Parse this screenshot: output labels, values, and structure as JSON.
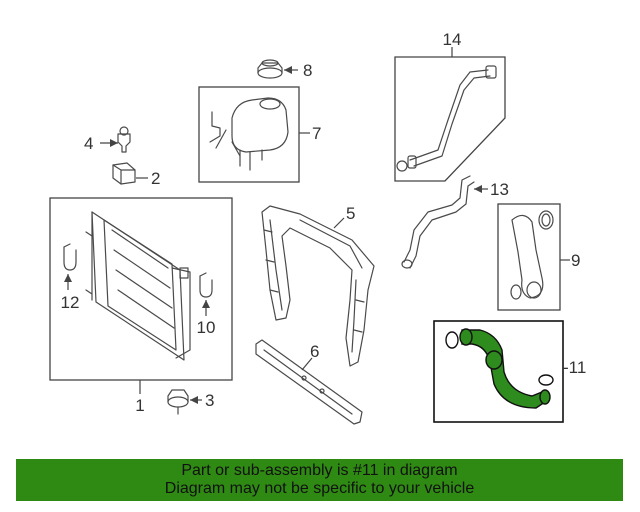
{
  "callouts": {
    "c1": "1",
    "c2": "2",
    "c3": "3",
    "c4": "4",
    "c5": "5",
    "c6": "6",
    "c7": "7",
    "c8": "8",
    "c9": "9",
    "c10": "10",
    "c11": "-11",
    "c12": "12",
    "c13": "13",
    "c14": "14"
  },
  "banner": {
    "line1": "Part or sub-assembly is #11 in diagram",
    "line2": "Diagram may not be specific to your vehicle"
  },
  "colors": {
    "highlight": "#2e8b1e",
    "banner_background": "#2f8a13"
  }
}
